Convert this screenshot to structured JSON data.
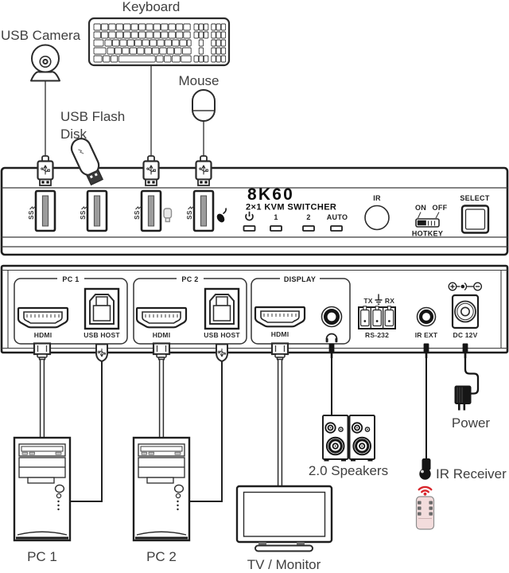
{
  "top_devices": {
    "usb_camera": "USB Camera",
    "keyboard": "Keyboard",
    "mouse": "Mouse",
    "usb_flash_line1": "USB Flash",
    "usb_flash_line2": "Disk"
  },
  "front_panel": {
    "model": "8K60",
    "subtitle": "2×1 KVM SWITCHER",
    "usb3_badge": "SS",
    "leds": {
      "ch1": "1",
      "ch2": "2",
      "auto": "AUTO"
    },
    "ir_label": "IR",
    "hotkey": {
      "on": "ON",
      "off": "OFF",
      "label": "HOTKEY"
    },
    "select_label": "SELECT",
    "icons": {
      "power": "power-icon",
      "flash_disk": "flash-disk-icon",
      "mouse": "mouse-icon",
      "usb3": "usb-superspeed-icon"
    }
  },
  "rear_panel": {
    "sections": [
      {
        "title": "PC 1",
        "port1_label": "HDMI",
        "port2_label": "USB HOST"
      },
      {
        "title": "PC 2",
        "port1_label": "HDMI",
        "port2_label": "USB HOST"
      },
      {
        "title": "DISPLAY",
        "port1_label": "HDMI"
      }
    ],
    "audio_icon": "headphones-icon",
    "rs232": {
      "tx": "TX",
      "ground_icon": "ground-icon",
      "rx": "RX",
      "label": "RS-232"
    },
    "ir_ext_label": "IR EXT",
    "dc_polarity_icon": "dc-polarity-icon",
    "dc_label": "DC 12V"
  },
  "bottom_devices": {
    "pc1": "PC 1",
    "pc2": "PC 2",
    "tv": "TV / Monitor",
    "speakers": "2.0 Speakers",
    "power": "Power",
    "ir_receiver": "IR Receiver"
  },
  "colors": {
    "outline": "#2b2b2b",
    "label": "#3f3f3f",
    "signal_red": "#d8262c",
    "remote_pink": "#f3dcdc"
  }
}
